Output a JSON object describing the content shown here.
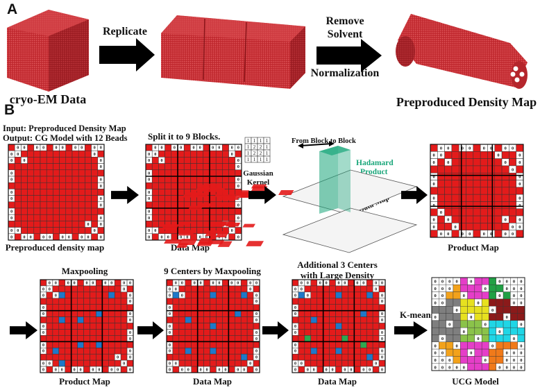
{
  "panel_a": {
    "letter": "A",
    "replicate": "Replicate",
    "remove_solvent_1": "Remove",
    "remove_solvent_2": "Solvent",
    "normalization": "Normalization",
    "cryo_em_label": "cryo-EM Data",
    "preproduced_label": "Preproduced Density Map"
  },
  "panel_b": {
    "letter": "B",
    "input_line": "Input:   Preproduced Density Map",
    "output_line": "Output: CG Model with 12 Beads",
    "split_label": "Split it to 9 Blocks.",
    "gaussian_label_1": "Gaussian",
    "gaussian_label_2": "Kernel",
    "kernel": [
      [
        "1",
        "1",
        "1",
        "1"
      ],
      [
        "1",
        "2",
        "2",
        "1"
      ],
      [
        "1",
        "2",
        "2",
        "1"
      ],
      [
        "1",
        "1",
        "1",
        "1"
      ]
    ],
    "from_block": "From Block to Block",
    "hadamard_1": "Hadamard",
    "hadamard_2": "Product",
    "data_map_tilted": "Data Map",
    "product_map_tilted": "Product Map",
    "cap_preproduced": "Preproduced density map",
    "cap_data_map_1": "Data Map",
    "cap_product_map_1": "Product Map",
    "title_maxpooling": "Maxpooling",
    "title_nine_centers": "9 Centers by Maxpooling",
    "title_additional_1": "Additional 3 Centers",
    "title_additional_2": "with Large Density",
    "kmeans": "K-means",
    "cap_product_map_2": "Product Map",
    "cap_data_map_2": "Data Map",
    "cap_data_map_3": "Data Map",
    "cap_ucg": "UCG Model",
    "grid_zero": "0"
  },
  "colors": {
    "red": "#e31b1b",
    "dark_red": "#c81414",
    "blue": "#1f78c8",
    "green_center": "#2fa84f",
    "hadamard_green": "#1aa67a",
    "grid_line": "#333333"
  },
  "ucg_colors": [
    "#f3a21b",
    "#e7e11f",
    "#e53ec8",
    "#8b1a1a",
    "#7f7f7f",
    "#20d6e6",
    "#21a045",
    "#8bc34a",
    "#f07a1a"
  ]
}
